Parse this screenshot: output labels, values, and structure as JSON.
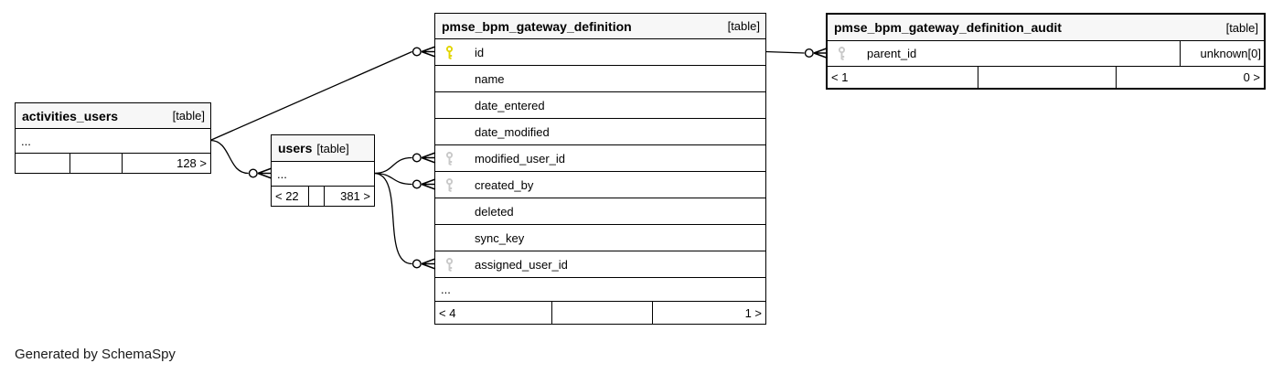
{
  "caption": "Generated by SchemaSpy",
  "colors": {
    "primary_key": "#e2d500",
    "foreign_key": "#c9c9c9",
    "header_bg": "#f7f7f7",
    "border": "#000000",
    "edge": "#000000"
  },
  "tables": {
    "activities_users": {
      "name": "activities_users",
      "tag": "[table]",
      "dots": "...",
      "footer": [
        "",
        "",
        "128 >"
      ]
    },
    "users": {
      "name": "users",
      "tag": "[table]",
      "dots": "...",
      "footer": [
        "< 22",
        "",
        "381 >"
      ]
    },
    "gateway_definition": {
      "name": "pmse_bpm_gateway_definition",
      "tag": "[table]",
      "dots": "...",
      "footer": [
        "< 4",
        "",
        "1 >"
      ],
      "columns": [
        {
          "name": "id",
          "key": "primary"
        },
        {
          "name": "name",
          "key": "none"
        },
        {
          "name": "date_entered",
          "key": "none"
        },
        {
          "name": "date_modified",
          "key": "none"
        },
        {
          "name": "modified_user_id",
          "key": "foreign"
        },
        {
          "name": "created_by",
          "key": "foreign"
        },
        {
          "name": "deleted",
          "key": "none"
        },
        {
          "name": "sync_key",
          "key": "none"
        },
        {
          "name": "assigned_user_id",
          "key": "foreign"
        }
      ]
    },
    "gateway_definition_audit": {
      "name": "pmse_bpm_gateway_definition_audit",
      "tag": "[table]",
      "footer": [
        "< 1",
        "",
        "0 >"
      ],
      "columns": [
        {
          "name": "parent_id",
          "key": "foreign",
          "note": "unknown[0]"
        }
      ]
    }
  },
  "relationships": [
    {
      "from_table": "activities_users",
      "from_row": "dots",
      "to_table": "gateway_definition",
      "to_row": "id",
      "style": "straight"
    },
    {
      "from_table": "activities_users",
      "from_row": "dots",
      "to_table": "users",
      "to_row": "dots",
      "style": "curve"
    },
    {
      "from_table": "users",
      "from_row": "dots",
      "to_table": "gateway_definition",
      "to_row": "modified_user_id",
      "style": "curve"
    },
    {
      "from_table": "users",
      "from_row": "dots",
      "to_table": "gateway_definition",
      "to_row": "created_by",
      "style": "curve"
    },
    {
      "from_table": "users",
      "from_row": "dots",
      "to_table": "gateway_definition",
      "to_row": "assigned_user_id",
      "style": "curve"
    },
    {
      "from_table": "gateway_definition",
      "from_row": "id",
      "to_table": "gateway_definition_audit",
      "to_row": "parent_id",
      "style": "straight"
    }
  ]
}
